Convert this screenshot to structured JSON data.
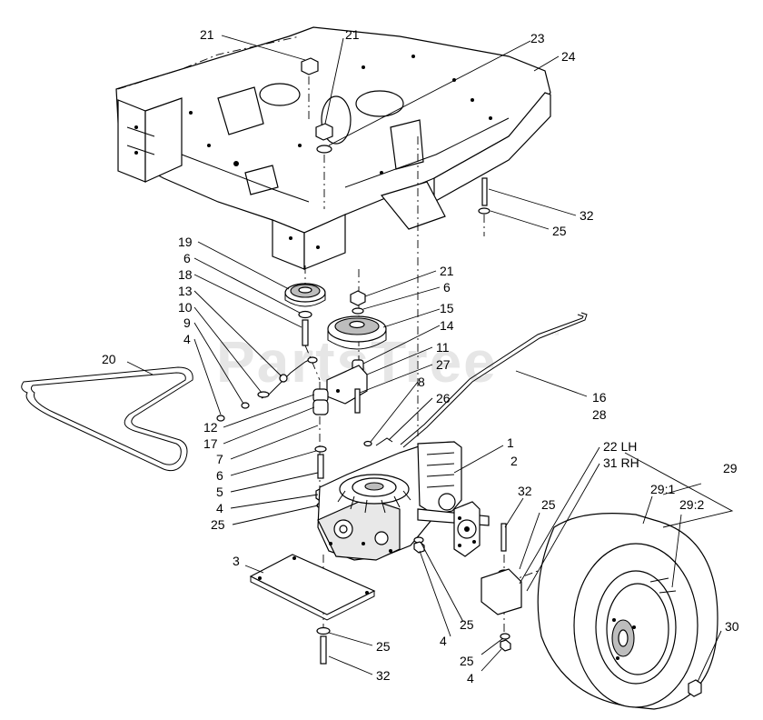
{
  "watermark": {
    "text": "PartsTree",
    "trademark": "™"
  },
  "callouts": {
    "c21a": "21",
    "c21b": "21",
    "c23": "23",
    "c24": "24",
    "c32a": "32",
    "c25a": "25",
    "c19": "19",
    "c6a": "6",
    "c18": "18",
    "c13": "13",
    "c10": "10",
    "c9": "9",
    "c4a": "4",
    "c21c": "21",
    "c6b": "6",
    "c15": "15",
    "c14": "14",
    "c11": "11",
    "c20": "20",
    "c27": "27",
    "c8": "8",
    "c26": "26",
    "c16": "16",
    "c28": "28",
    "c12": "12",
    "c17": "17",
    "c7": "7",
    "c6c": "6",
    "c5": "5",
    "c4b": "4",
    "c25b": "25",
    "c1": "1",
    "c2": "2",
    "c22": "22 LH",
    "c31": "31 RH",
    "c29": "29",
    "c29_1": "29:1",
    "c29_2": "29:2",
    "c32b": "32",
    "c25c": "25",
    "c3": "3",
    "c25d": "25",
    "c4c": "4",
    "c25e": "25",
    "c4d": "4",
    "c30": "30",
    "c25f": "25",
    "c32c": "32"
  }
}
